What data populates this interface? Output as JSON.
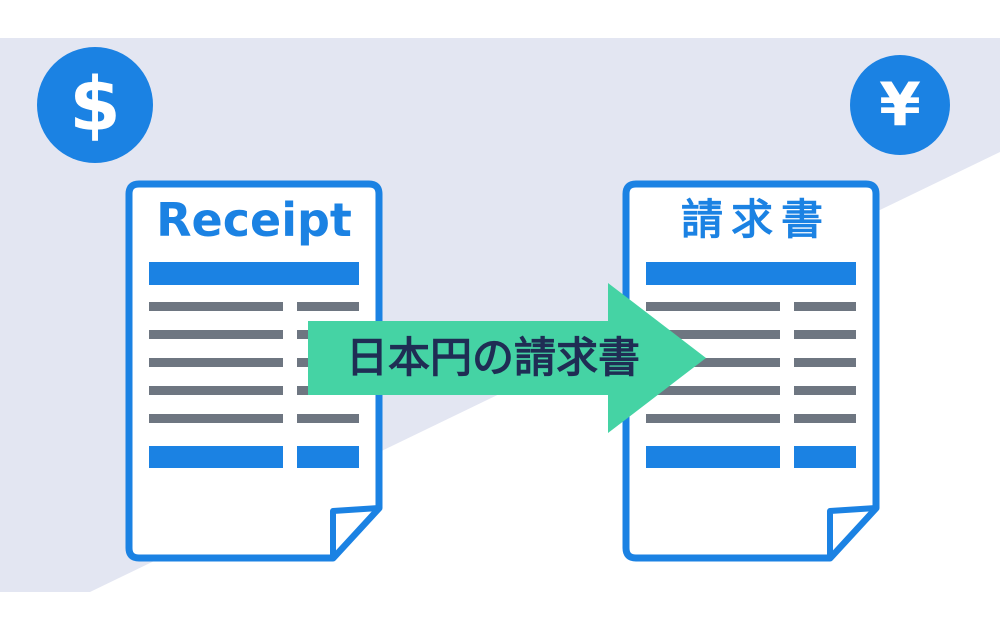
{
  "badges": {
    "left": {
      "symbol": "$"
    },
    "right": {
      "symbol": "¥"
    }
  },
  "documents": {
    "left": {
      "title": "Receipt"
    },
    "right": {
      "title": "請求書"
    }
  },
  "arrow": {
    "label": "日本円の請求書"
  },
  "colors": {
    "blue": "#1b82e3",
    "green": "#45d3a4",
    "lavender": "#e3e6f2",
    "line_gray": "#6e7681",
    "label_navy": "#1f2d54"
  }
}
